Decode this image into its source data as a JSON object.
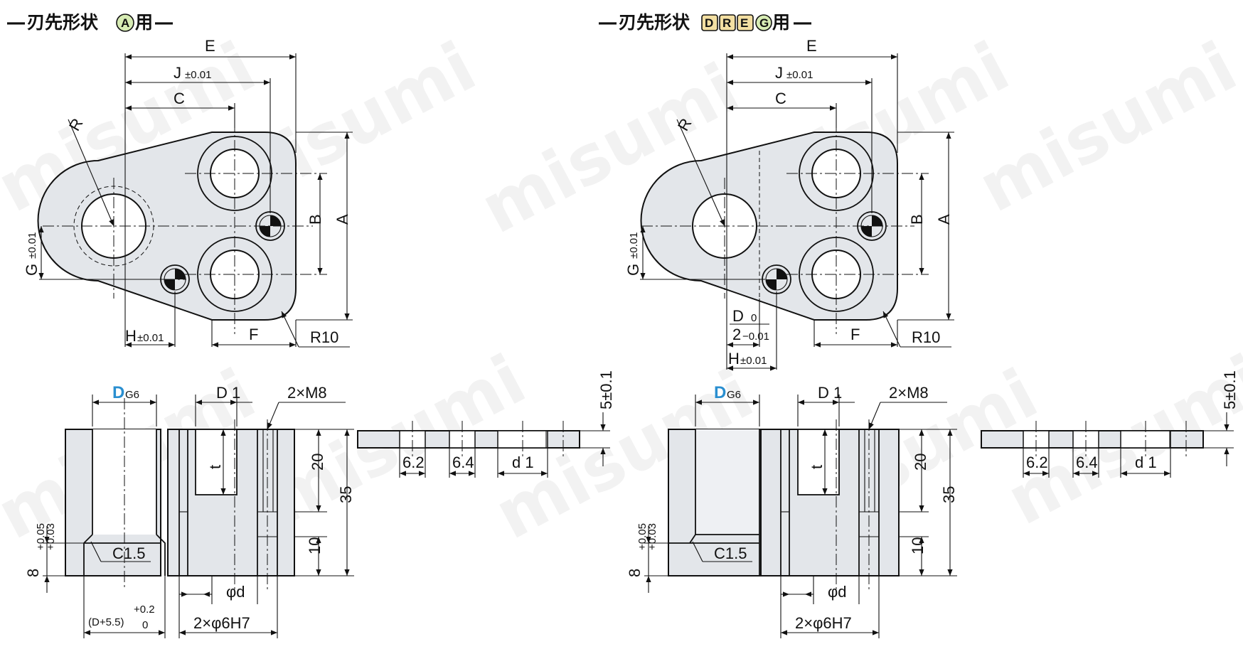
{
  "watermark": "misumi",
  "colors": {
    "part_fill": "#e3e6ea",
    "accent_blue": "#2a8fd0",
    "badge_round": "#d7ecb4",
    "badge_square": "#f3dfa2"
  },
  "left": {
    "title_pre": "刃先形状",
    "title_badges": [
      "A"
    ],
    "title_post": "用",
    "top": {
      "dims": {
        "E": "E",
        "J": "J",
        "J_tol": "±0.01",
        "C": "C",
        "R": "R",
        "B": "B",
        "A": "A",
        "G": "G",
        "G_tol": "±0.01",
        "H": "H",
        "H_tol": "±0.01",
        "F": "F",
        "R10": "R10"
      }
    },
    "front": {
      "DG6_D": "D",
      "DG6_G": "G6",
      "D1": "D 1",
      "M8": "2×M8",
      "t": "t",
      "dim20": "20",
      "dim35": "35",
      "dim10": "10",
      "depth8": "8",
      "depth_tol_up": "+0.05",
      "depth_tol_lo": "+0.03",
      "C15": "C1.5",
      "phid": "φd",
      "D55": "(D+5.5)",
      "D55_tol_up": "+0.2",
      "D55_tol_lo": "0",
      "pin": "2×φ6H7"
    },
    "side": {
      "v62": "6.2",
      "v64": "6.4",
      "d1": "d 1",
      "thick": "5±0.1"
    }
  },
  "right": {
    "title_pre": "刃先形状",
    "title_badges": [
      "D",
      "R",
      "E",
      "G"
    ],
    "title_post": "用",
    "top": {
      "dims": {
        "E": "E",
        "J": "J",
        "J_tol": "±0.01",
        "C": "C",
        "R": "R",
        "B": "B",
        "A": "A",
        "G": "G",
        "G_tol": "±0.01",
        "Dh_num": "D",
        "Dh_tol_up": "0",
        "Dh_den": "2",
        "Dh_tol_lo": "−0.01",
        "H": "H",
        "H_tol": "±0.01",
        "F": "F",
        "R10": "R10"
      }
    },
    "front": {
      "DG6_D": "D",
      "DG6_G": "G6",
      "D1": "D 1",
      "M8": "2×M8",
      "t": "t",
      "dim20": "20",
      "dim35": "35",
      "dim10": "10",
      "depth8": "8",
      "depth_tol_up": "+0.05",
      "depth_tol_lo": "+0.03",
      "C15": "C1.5",
      "phid": "φd",
      "pin": "2×φ6H7"
    },
    "side": {
      "v62": "6.2",
      "v64": "6.4",
      "d1": "d 1",
      "thick": "5±0.1"
    }
  }
}
